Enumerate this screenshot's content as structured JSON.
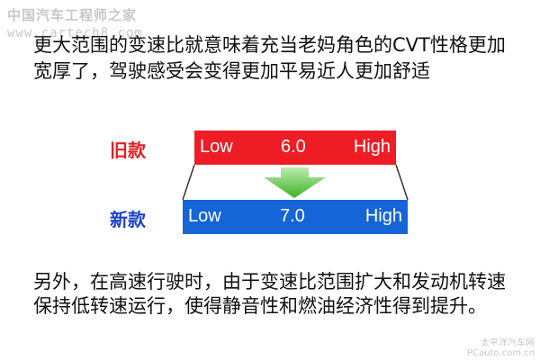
{
  "watermark": {
    "site_name": "中国汽车工程师之家",
    "site_url": "www.cartech8.com",
    "corner_text": "太平洋汽车网",
    "corner_url": "PCauto.com.cn"
  },
  "intro_text": "更大范围的变速比就意味着充当老妈角色的CVT性格更加宽厚了，驾驶感受会变得更加平易近人更加舒适",
  "comparison": {
    "old": {
      "label": "旧款",
      "low": "Low",
      "ratio": "6.0",
      "high": "High",
      "color": "#ee1c25"
    },
    "new": {
      "label": "新款",
      "low": "Low",
      "ratio": "7.0",
      "high": "High",
      "color": "#1565d6"
    },
    "arrow_color": "#4cc22d"
  },
  "outro_text": "另外，在高速行驶时，由于变速比范围扩大和发动机转速保持低转速运行，使得静音性和燃油经济性得到提升。"
}
